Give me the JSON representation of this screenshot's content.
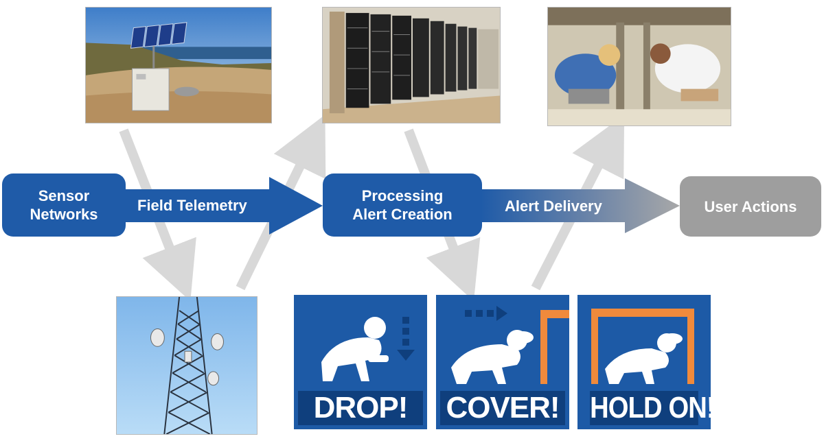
{
  "nodes": {
    "sensor_networks": [
      "Sensor",
      "Networks"
    ],
    "processing": [
      "Processing",
      "Alert Creation"
    ],
    "user_actions": "User Actions"
  },
  "arrows": {
    "field_telemetry": "Field Telemetry",
    "alert_delivery": "Alert Delivery"
  },
  "actions": {
    "drop": "DROP!",
    "cover": "COVER!",
    "hold_on": "HOLD ON!"
  },
  "colors": {
    "primary_blue": "#1f5ba8",
    "dark_blue": "#0f3f7d",
    "gray": "#9e9e9e",
    "connector_gray": "#d9d9d9",
    "table_orange": "#f08a3c"
  }
}
